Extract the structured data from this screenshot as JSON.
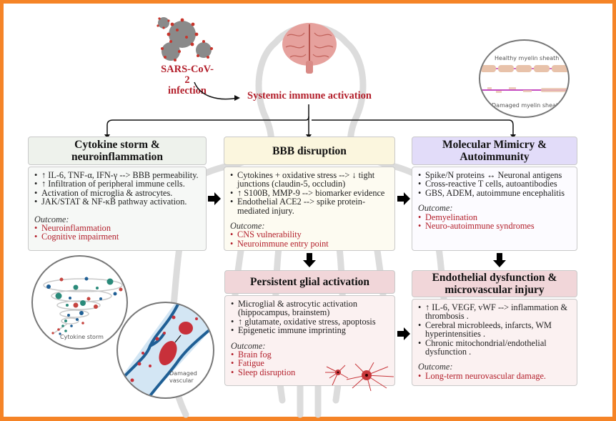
{
  "header": {
    "virus_label_line1": "SARS-CoV-2",
    "virus_label_line2": "infection",
    "central_label": "Systemic immune activation"
  },
  "illustrations": {
    "myelin": {
      "top_label": "Healthy myelin sheath",
      "bottom_label": "Damaged myelin sheath"
    },
    "cytokine": {
      "label": "Cytokine storm"
    },
    "vascular": {
      "label_line1": "Damaged",
      "label_line2": "vascular"
    }
  },
  "boxes": {
    "cytokine": {
      "title_line1": "Cytokine storm &",
      "title_line2": "neuroinflammation",
      "bullets": [
        "↑ IL-6, TNF-α, IFN-γ --> BBB permeability.",
        "↑ Infiltration of peripheral immune cells.",
        "Activation of microglia & astrocytes.",
        "JAK/STAT & NF-κB pathway activation."
      ],
      "outcome_label": "Outcome:",
      "outcomes": [
        "Neuroinflammation",
        "Cognitive impairment"
      ]
    },
    "bbb": {
      "title_line1": "BBB disruption",
      "bullets": [
        "Cytokines + oxidative stress --> ↓ tight junctions (claudin-5, occludin)",
        "↑ S100B, MMP-9 --> biomarker evidence",
        "Endothelial ACE2 --> spike protein-mediated injury."
      ],
      "outcome_label": "Outcome:",
      "outcomes": [
        "CNS vulnerability",
        "Neuroimmune entry point"
      ]
    },
    "mimicry": {
      "title_line1": "Molecular Mimicry &",
      "title_line2": "Autoimmunity",
      "bullets": [
        "Spike/N proteins ↔ Neuronal antigens",
        "Cross-reactive T cells, autoantibodies",
        "GBS, ADEM, autoimmune encephalitis"
      ],
      "outcome_label": "Outcome:",
      "outcomes": [
        "Demyelination",
        "Neuro-autoimmune syndromes"
      ]
    },
    "glial": {
      "title_line1": "Persistent glial activation",
      "bullets": [
        "Microglial & astrocytic activation (hippocampus, brainstem)",
        "↑ glutamate, oxidative stress, apoptosis",
        "Epigenetic immune imprinting"
      ],
      "outcome_label": "Outcome:",
      "outcomes": [
        "Brain fog",
        "Fatigue",
        "Sleep disruption"
      ]
    },
    "endothelial": {
      "title_line1": "Endothelial dysfunction &",
      "title_line2": "microvascular injury",
      "bullets": [
        "↑ IL-6, VEGF, vWF --> inflammation & thrombosis .",
        "Cerebral microbleeds, infarcts, WM hyperintensities .",
        "Chronic mitochondrial/endothelial dysfunction ."
      ],
      "outcome_label": "Outcome:",
      "outcomes": [
        "Long-term neurovascular damage."
      ]
    }
  },
  "colors": {
    "border": "#f58427",
    "accent_red": "#b3202c",
    "green_head": "#eef2ec",
    "yellow_head": "#fbf6de",
    "purple_head": "#e2dcf9",
    "pink_head": "#f1d6d9"
  }
}
